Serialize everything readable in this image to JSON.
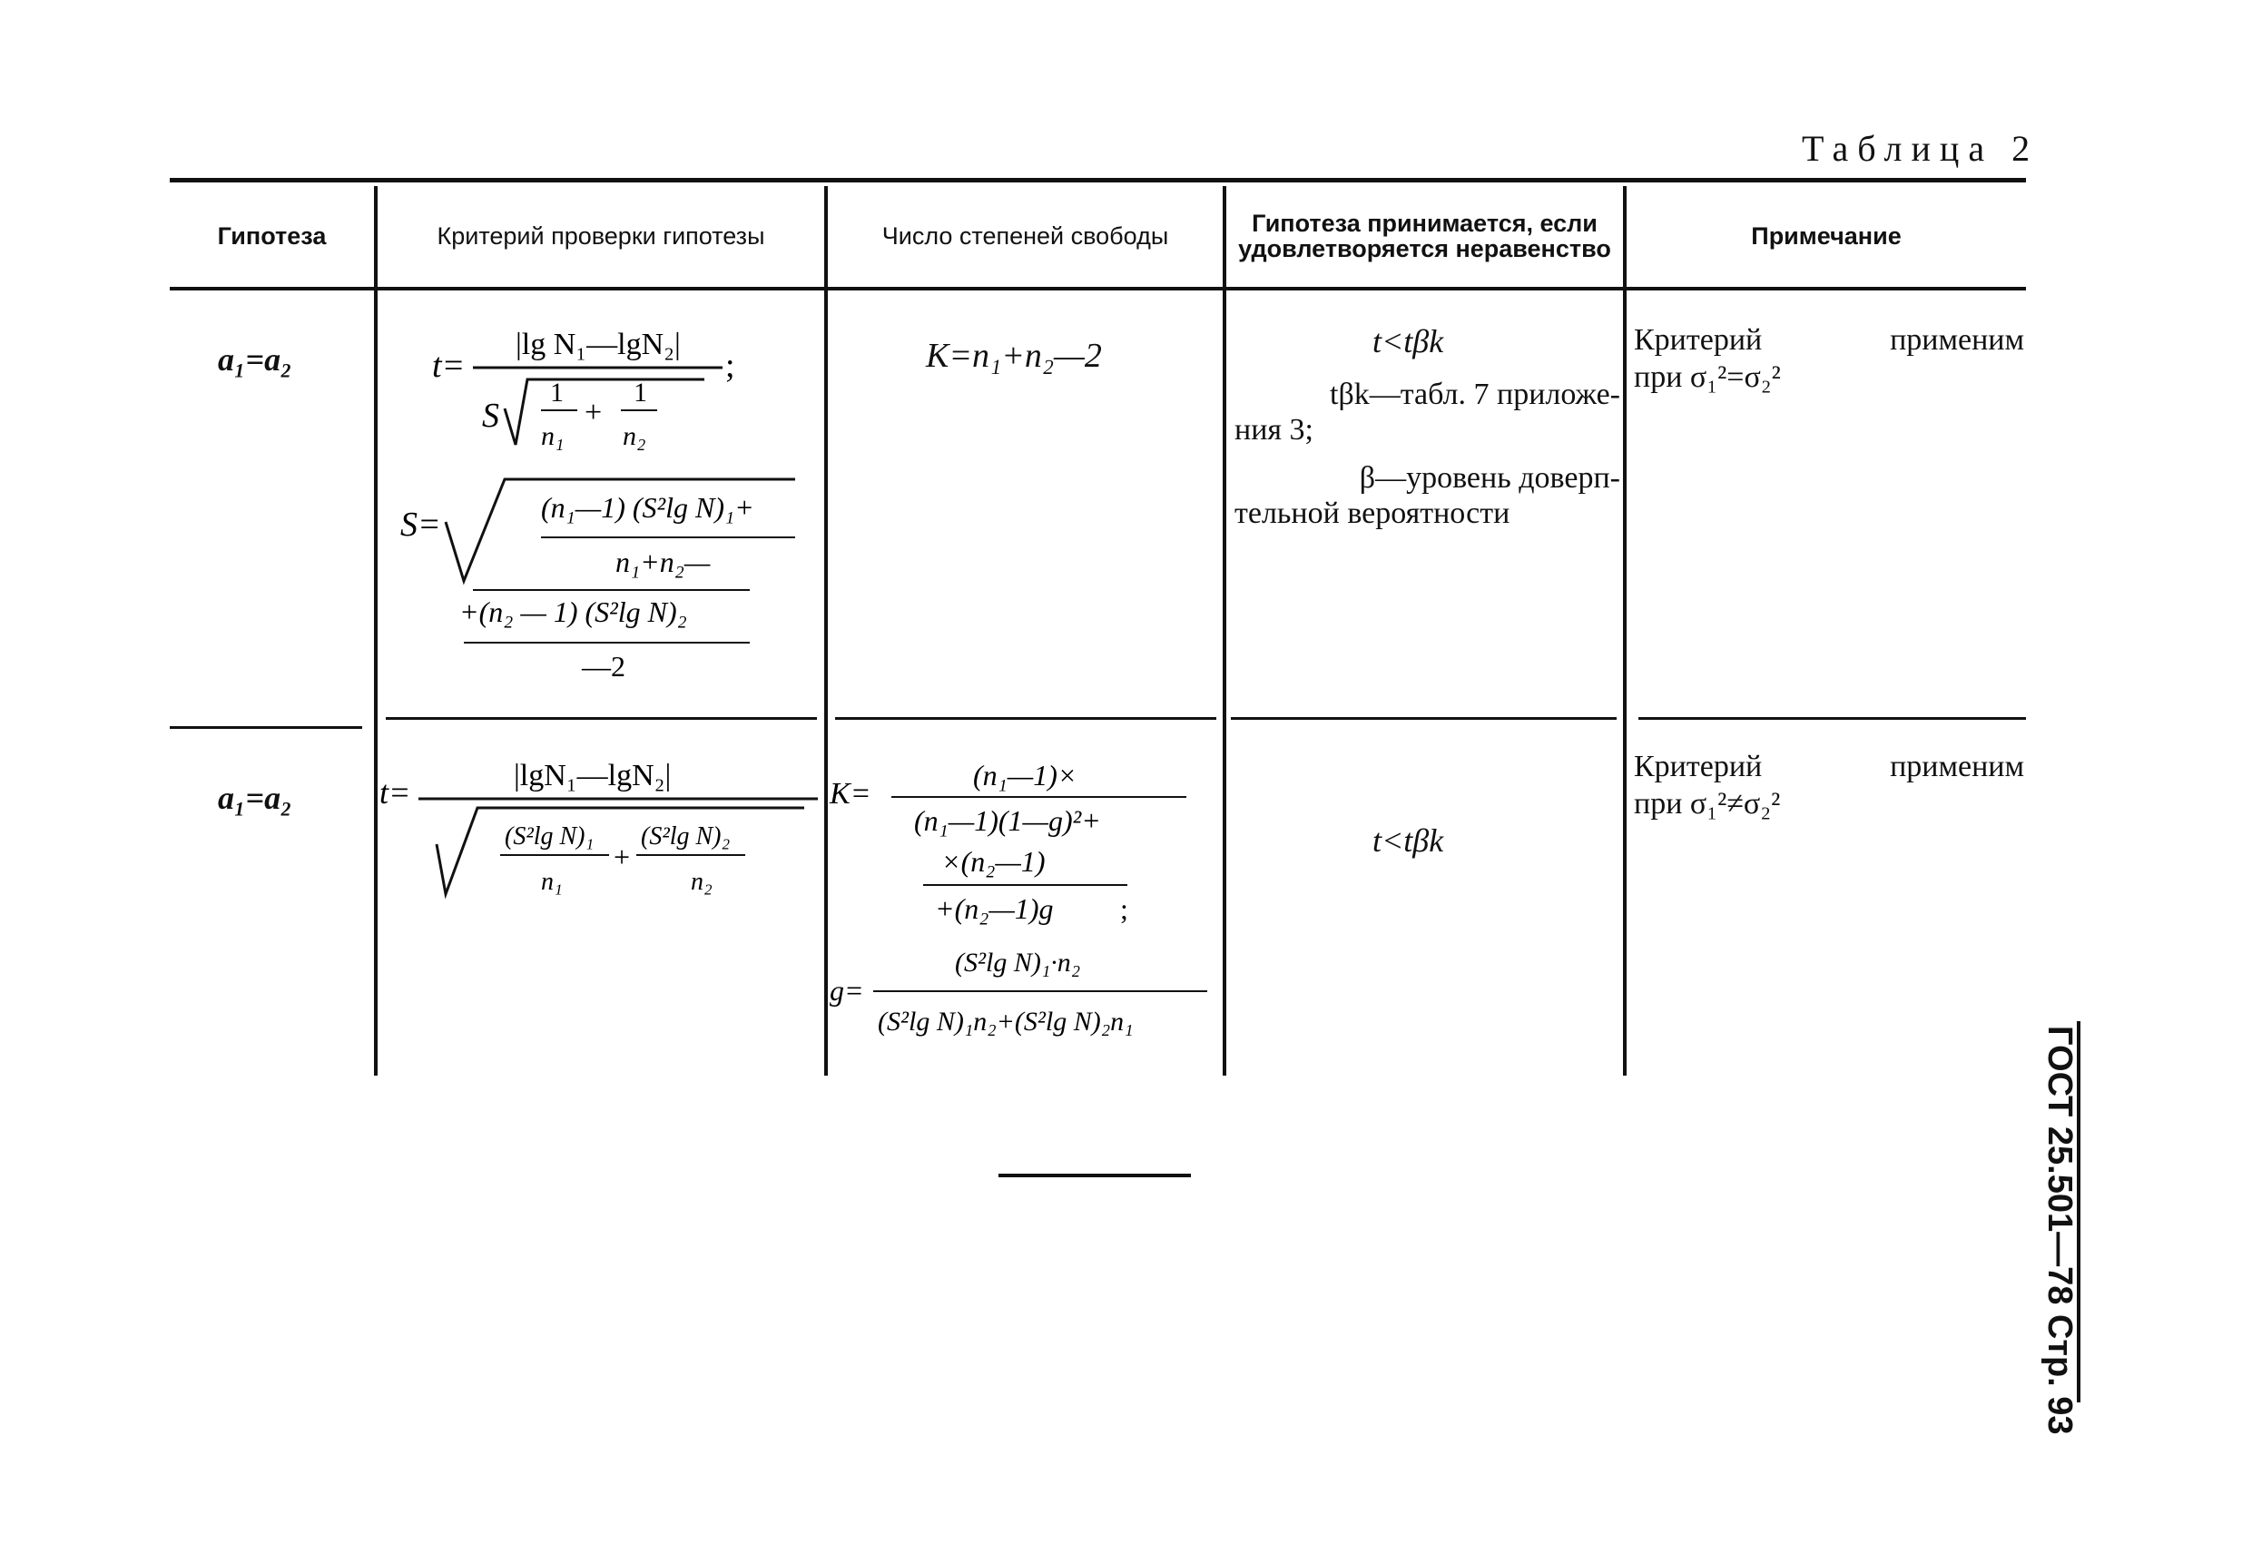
{
  "caption": "Таблица 2",
  "headers": {
    "hypothesis": "Гипотеза",
    "criterion": "Критерий проверки гипотезы",
    "dof": "Число степеней свободы",
    "accepted_line1": "Гипотеза принимается, если",
    "accepted_line2": "удовлетворяется неравенство",
    "note": "Примечание"
  },
  "rows": [
    {
      "hypothesis": "a₁=a₂",
      "criterion": {
        "t_lhs": "t=",
        "t_num": "|lg N₁—lgN₂|",
        "t_semicolon": ";",
        "s_lhs": "S=",
        "s_num1": "(n₁—1) (S²lg N)₁+",
        "s_den1": "n₁+n₂—",
        "s_num2": "+(n₂ — 1) (S²lg N)₂",
        "s_den2": "—2"
      },
      "dof": "K=n₁+n₂—2",
      "accepted": {
        "inequality": "t<tβk",
        "line1a": "tβk—табл. 7 приложе-",
        "line1b": "ния 3;",
        "line2a": "β—уровень доверп-",
        "line2b": "тельной вероятности"
      },
      "note": {
        "line1_left": "Критерий",
        "line1_right": "применим",
        "line2": "при σ₁²=σ₂²"
      }
    },
    {
      "hypothesis": "a₁=a₂",
      "criterion": {
        "t_lhs": "t=",
        "t_num": "|lgN₁—lgN₂|"
      },
      "dof": {
        "k_lhs": "K=",
        "k_num": "(n₁—1)×",
        "k_den": "(n₁—1)(1—g)²+",
        "k_num2": "×(n₂—1)",
        "k_den2": "+(n₂—1)g",
        "g_lhs": "g=",
        "g_num": "(S²lg N)₁·n₂",
        "g_den": "(S²lg N)₁n₂+(S²lg N)₂n₁"
      },
      "accepted": {
        "inequality": "t<tβk"
      },
      "note": {
        "line1_left": "Критерий",
        "line1_right": "применим",
        "line2": "при σ₁²≠σ₂²"
      }
    }
  ],
  "side_label": "ГОСТ 25.501—78 Стр. 93"
}
